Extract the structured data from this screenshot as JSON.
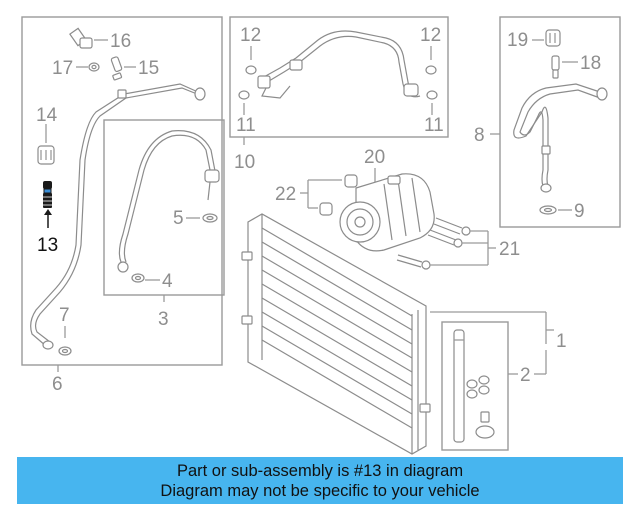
{
  "callouts": {
    "c1": "1",
    "c2": "2",
    "c3": "3",
    "c4": "4",
    "c5": "5",
    "c6": "6",
    "c7": "7",
    "c8": "8",
    "c9": "9",
    "c10": "10",
    "c11a": "11",
    "c11b": "11",
    "c12a": "12",
    "c12b": "12",
    "c13": "13",
    "c14": "14",
    "c15": "15",
    "c16": "16",
    "c17": "17",
    "c18": "18",
    "c19": "19",
    "c20": "20",
    "c21": "21",
    "c22": "22"
  },
  "colors": {
    "highlight_part": "#1a1a1a",
    "line_art": "#8c8c8c",
    "banner_bg": "#47b5ef"
  },
  "banner": {
    "line1": "Part or sub-assembly is #13 in diagram",
    "line2": "Diagram may not be specific to your vehicle"
  }
}
